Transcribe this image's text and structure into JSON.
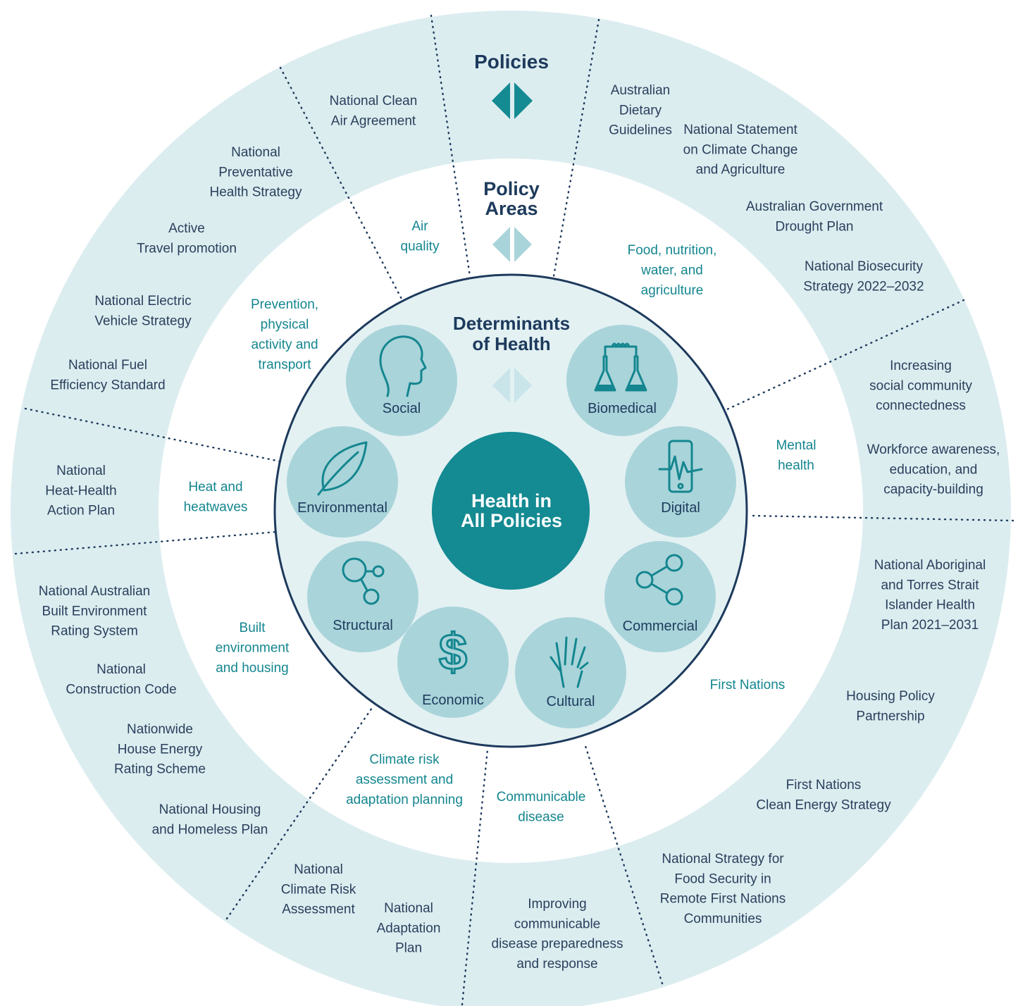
{
  "headings": {
    "policies": "Policies",
    "policy_areas": [
      "Policy",
      "Areas"
    ],
    "determinants": [
      "Determinants",
      "of Health"
    ],
    "center": [
      "Health in",
      "All Policies"
    ]
  },
  "determinants": [
    {
      "label": "Social",
      "icon": "head-profile-icon"
    },
    {
      "label": "Biomedical",
      "icon": "lab-flasks-icon"
    },
    {
      "label": "Digital",
      "icon": "smartphone-heartbeat-icon"
    },
    {
      "label": "Commercial",
      "icon": "share-network-icon"
    },
    {
      "label": "Cultural",
      "icon": "raised-hand-icon"
    },
    {
      "label": "Economic",
      "icon": "dollar-sign-icon"
    },
    {
      "label": "Structural",
      "icon": "connected-circles-icon"
    },
    {
      "label": "Environmental",
      "icon": "leaf-icon"
    }
  ],
  "policy_areas": [
    {
      "lines": [
        "Air",
        "quality"
      ]
    },
    {
      "lines": [
        "Food, nutrition,",
        "water, and",
        "agriculture"
      ]
    },
    {
      "lines": [
        "Mental",
        "health"
      ]
    },
    {
      "lines": [
        "First Nations"
      ]
    },
    {
      "lines": [
        "Communicable",
        "disease"
      ]
    },
    {
      "lines": [
        "Climate risk",
        "assessment and",
        "adaptation planning"
      ]
    },
    {
      "lines": [
        "Built",
        "environment",
        "and housing"
      ]
    },
    {
      "lines": [
        "Heat and",
        "heatwaves"
      ]
    },
    {
      "lines": [
        "Prevention,",
        "physical",
        "activity and",
        "transport"
      ]
    }
  ],
  "policies": [
    {
      "lines": [
        "National Clean",
        "Air Agreement"
      ]
    },
    {
      "lines": [
        "Australian",
        "Dietary",
        "Guidelines"
      ]
    },
    {
      "lines": [
        "National Statement",
        "on Climate Change",
        "and Agriculture"
      ]
    },
    {
      "lines": [
        "Australian Government",
        "Drought Plan"
      ]
    },
    {
      "lines": [
        "National Biosecurity",
        "Strategy 2022–2032"
      ]
    },
    {
      "lines": [
        "Increasing",
        "social community",
        "connectedness"
      ]
    },
    {
      "lines": [
        "Workforce awareness,",
        "education, and",
        "capacity-building"
      ]
    },
    {
      "lines": [
        "National Aboriginal",
        "and Torres Strait",
        "Islander Health",
        "Plan 2021–2031"
      ]
    },
    {
      "lines": [
        "Housing Policy",
        "Partnership"
      ]
    },
    {
      "lines": [
        "First Nations",
        "Clean Energy Strategy"
      ]
    },
    {
      "lines": [
        "National Strategy for",
        "Food Security in",
        "Remote First Nations",
        "Communities"
      ]
    },
    {
      "lines": [
        "Improving",
        "communicable",
        "disease preparedness",
        "and response"
      ]
    },
    {
      "lines": [
        "National",
        "Adaptation",
        "Plan"
      ]
    },
    {
      "lines": [
        "National",
        "Climate Risk",
        "Assessment"
      ]
    },
    {
      "lines": [
        "National Housing",
        "and Homeless Plan"
      ]
    },
    {
      "lines": [
        "Nationwide",
        "House Energy",
        "Rating Scheme"
      ]
    },
    {
      "lines": [
        "National",
        "Construction Code"
      ]
    },
    {
      "lines": [
        "National Australian",
        "Built Environment",
        "Rating System"
      ]
    },
    {
      "lines": [
        "National",
        "Heat-Health",
        "Action Plan"
      ]
    },
    {
      "lines": [
        "National Fuel",
        "Efficiency Standard"
      ]
    },
    {
      "lines": [
        "National Electric",
        "Vehicle Strategy"
      ]
    },
    {
      "lines": [
        "Active",
        "Travel promotion"
      ]
    },
    {
      "lines": [
        "National",
        "Preventative",
        "Health Strategy"
      ]
    }
  ],
  "colors": {
    "outer_ring": "#dcedf0",
    "inner_ring": "#ffffff",
    "core_disk": "#e3f1f3",
    "determinant_circle": "#a9d4da",
    "center_circle": "#148a92",
    "core_border": "#1d3a5c",
    "policy_text": "#2a3f5c",
    "area_text": "#14868f",
    "heading_text": "#1d3a5c",
    "arrow_dark": "#148a92",
    "arrow_mid": "#a9d4da",
    "arrow_light": "#c9e5e9"
  }
}
